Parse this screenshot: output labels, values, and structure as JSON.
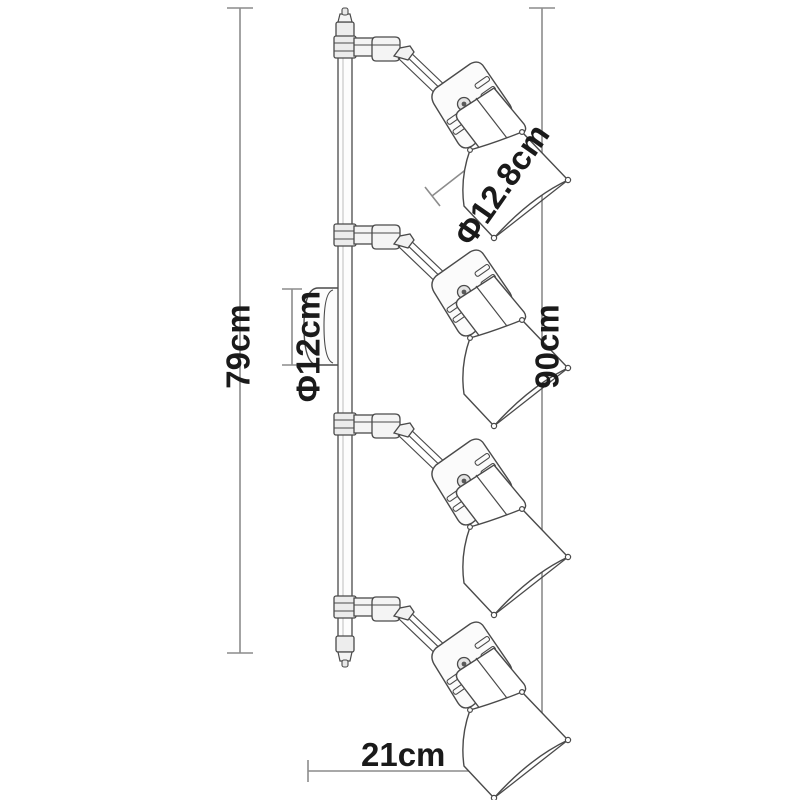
{
  "drawing": {
    "title": "Four-head adjustable spotlight bar - dimensioned technical drawing",
    "line_color": "#4a4a4a",
    "dimension_line_color": "#8c8c8c",
    "text_color": "#1a1a1a",
    "background_color": "#ffffff"
  },
  "dimensions": {
    "overall_height": {
      "label": "79cm",
      "orientation": "vertical",
      "position": "left-outer",
      "measures": "bar-rod-length"
    },
    "canopy_diameter": {
      "label": "Φ12cm",
      "orientation": "vertical",
      "position": "left-inner",
      "measures": "wall-mount-plate-diameter"
    },
    "total_height": {
      "label": "90cm",
      "orientation": "vertical",
      "position": "right-outer",
      "measures": "overall-fixture-height-including-shades"
    },
    "shade_diameter": {
      "label": "Φ12.8cm",
      "orientation": "diagonal",
      "position": "upper-right",
      "measures": "lamp-shade-rim-diameter"
    },
    "projection": {
      "label": "21cm",
      "orientation": "horizontal",
      "position": "bottom",
      "measures": "fixture-projection-width"
    }
  },
  "components": {
    "rod": "vertical-support-rod",
    "top_finial": "top-end-cap",
    "bottom_finial": "bottom-end-cap",
    "wall_plate": "wall-mount-canopy",
    "lamps": [
      {
        "id": "lamp-1",
        "position": "top"
      },
      {
        "id": "lamp-2",
        "position": "upper-middle"
      },
      {
        "id": "lamp-3",
        "position": "lower-middle"
      },
      {
        "id": "lamp-4",
        "position": "bottom"
      }
    ]
  }
}
